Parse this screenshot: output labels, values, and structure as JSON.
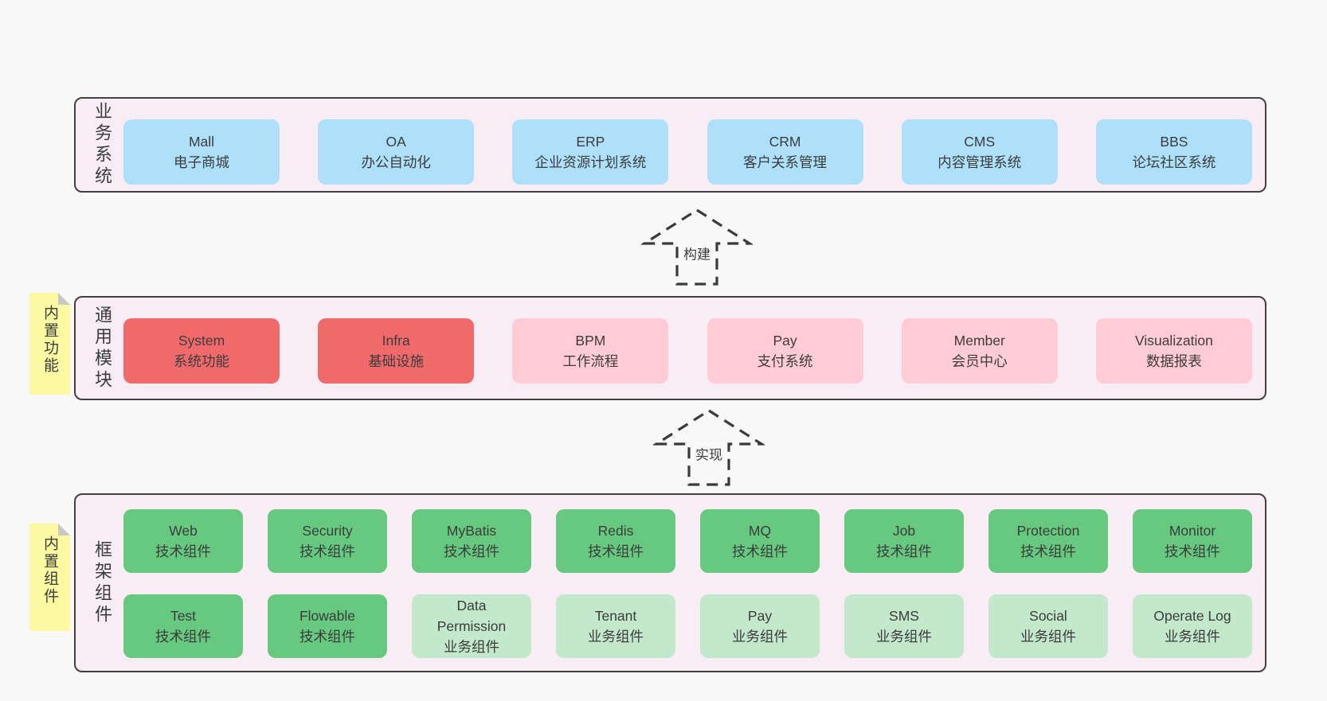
{
  "page": {
    "background": "#f8f8f8"
  },
  "colors": {
    "layer_bg": "#f8edf5",
    "layer_border": "#414141",
    "blue": "#aee0f9",
    "red": "#f16a6b",
    "pink": "#ffcbd5",
    "green": "#66c97f",
    "light_green": "#c3e8cb",
    "note_yellow": "#fbfaa2",
    "note_fold_gray": "#c8c8c8",
    "text": "#3c3c3c"
  },
  "arrows": [
    {
      "label": "构建"
    },
    {
      "label": "实现"
    }
  ],
  "layers": [
    {
      "label": "业务系统",
      "boxes": [
        {
          "name": "Mall",
          "desc": "电子商城"
        },
        {
          "name": "OA",
          "desc": "办公自动化"
        },
        {
          "name": "ERP",
          "desc": "企业资源计划系统"
        },
        {
          "name": "CRM",
          "desc": "客户关系管理"
        },
        {
          "name": "CMS",
          "desc": "内容管理系统"
        },
        {
          "name": "BBS",
          "desc": "论坛社区系统"
        }
      ]
    },
    {
      "label": "通用模块",
      "note": "内置功能",
      "boxes": [
        {
          "name": "System",
          "desc": "系统功能"
        },
        {
          "name": "Infra",
          "desc": "基础设施"
        },
        {
          "name": "BPM",
          "desc": "工作流程"
        },
        {
          "name": "Pay",
          "desc": "支付系统"
        },
        {
          "name": "Member",
          "desc": "会员中心"
        },
        {
          "name": "Visualization",
          "desc": "数据报表"
        }
      ]
    },
    {
      "label": "框架组件",
      "note": "内置组件",
      "rows": [
        [
          {
            "name": "Web",
            "desc": "技术组件"
          },
          {
            "name": "Security",
            "desc": "技术组件"
          },
          {
            "name": "MyBatis",
            "desc": "技术组件"
          },
          {
            "name": "Redis",
            "desc": "技术组件"
          },
          {
            "name": "MQ",
            "desc": "技术组件"
          },
          {
            "name": "Job",
            "desc": "技术组件"
          },
          {
            "name": "Protection",
            "desc": "技术组件"
          },
          {
            "name": "Monitor",
            "desc": "技术组件"
          }
        ],
        [
          {
            "name": "Test",
            "desc": "技术组件"
          },
          {
            "name": "Flowable",
            "desc": "技术组件"
          },
          {
            "name": "Data Permission",
            "desc": "业务组件"
          },
          {
            "name": "Tenant",
            "desc": "业务组件"
          },
          {
            "name": "Pay",
            "desc": "业务组件"
          },
          {
            "name": "SMS",
            "desc": "业务组件"
          },
          {
            "name": "Social",
            "desc": "业务组件"
          },
          {
            "name": "Operate Log",
            "desc": "业务组件"
          }
        ]
      ]
    }
  ]
}
